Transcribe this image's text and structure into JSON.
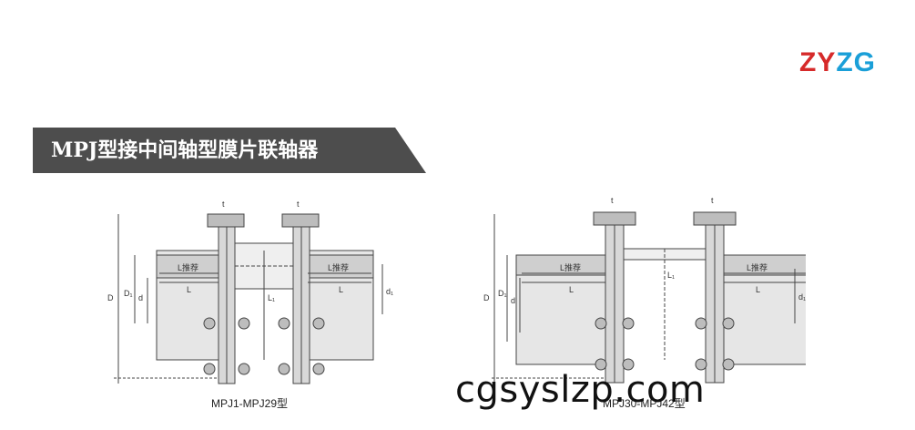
{
  "logo": {
    "text_left": "ZY",
    "text_right": "ZG"
  },
  "title": "MPJ型接中间轴型膜片联轴器",
  "figures": [
    {
      "caption": "MPJ1-MPJ29型",
      "labels": [
        "t",
        "t",
        "D",
        "D₁",
        "d",
        "L推荐",
        "L",
        "L₁",
        "L推荐",
        "L",
        "d₁"
      ]
    },
    {
      "caption": "MPJ30-MPJ42型",
      "labels": [
        "t",
        "t",
        "D",
        "D₁",
        "d",
        "L推荐",
        "L",
        "L₁",
        "L推荐",
        "L",
        "d₁"
      ]
    }
  ],
  "watermark": "cgsyslzp.com",
  "colors": {
    "banner": "#4d4d4d",
    "logo_red": "#d62a2a",
    "logo_blue": "#1a9fd8"
  }
}
